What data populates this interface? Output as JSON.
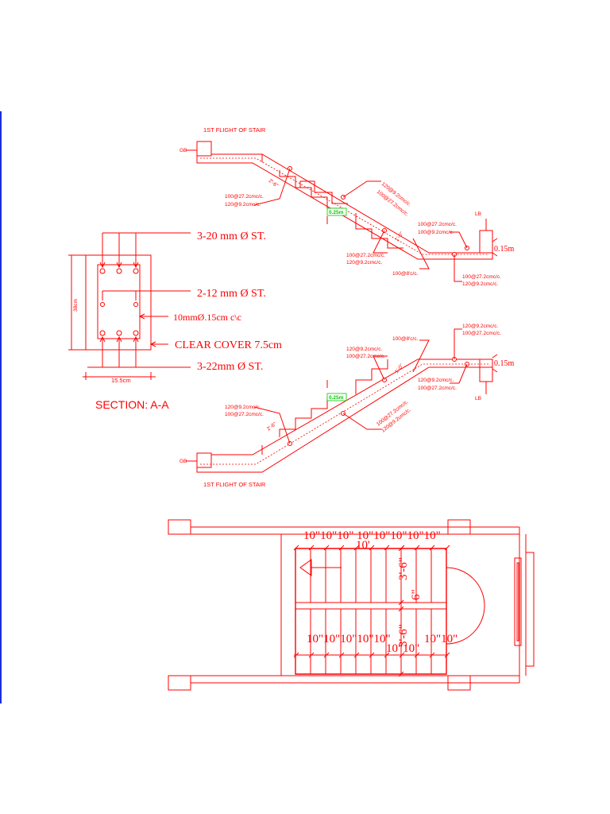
{
  "colors": {
    "ink": "#ff0000",
    "level_tag": "#00cc00",
    "page_edge": "#1a2fd8",
    "background": "#ffffff"
  },
  "section": {
    "top_bars": "3-20 mm Ø ST.",
    "side_bars": "2-12 mm Ø ST.",
    "stirrups": "10mmØ.15cm c\\c",
    "cover": "CLEAR COVER 7.5cm",
    "bottom_bars": "3-22mm Ø ST.",
    "depth": "38cm",
    "width": "15.5cm",
    "title": "SECTION: A-A"
  },
  "flight_upper": {
    "title": "1ST FLIGHT OF STAIR",
    "gb": "GB",
    "lb": "LB",
    "level": "0.25m",
    "thickness": "0.15m",
    "bar_a": "100@27.2cmc/c.",
    "bar_b": "120@9.2cmc/c.",
    "bar_c": "120@9.2cmc/c.",
    "bar_d": "100@27.2cmc/c.",
    "bar_e": "100@27.2cmc/c.",
    "bar_f": "100@9.2cmc/c.",
    "bar_g": "100@27.2cmc/c.",
    "bar_h": "120@9.2cmc/c.",
    "bar_i": "100@8'c/c.",
    "bar_j": "100@27.2cmc/c.",
    "bar_k": "120@9.2cmc/c.",
    "lap": "2'-6\"",
    "lap2": "1'-0\""
  },
  "flight_lower": {
    "title": "1ST FLIGHT OF STAIR",
    "gb": "GB",
    "lb": "LB",
    "level": "0.25m",
    "thickness": "0.15m",
    "bar_a": "120@9.2cmc/c.",
    "bar_b": "100@27.2cmc/c.",
    "bar_c": "100@27.2cmc/c.",
    "bar_d": "120@9.2cmc/c.",
    "bar_e": "120@9.2cmc/c.",
    "bar_f": "100@27.2cmc/c.",
    "bar_g": "100@8'c/c.",
    "bar_h": "120@9.2cmc/c.",
    "bar_i": "100@27.2cmc/c.",
    "bar_j": "120@9.2cmc/c.",
    "bar_k": "100@27.2cmc/c.",
    "lap": "2'-6\"",
    "lap2": "1'-0\""
  },
  "plan": {
    "top_treads": "10\"10\"10\"  10\"10\"10\"10\"10\"",
    "top_run": "10'",
    "bottom_treads_left": "10\"10\"10\"10\"10\"",
    "bottom_treads_right": "10\"10\"",
    "bottom_mid": "10\"10\"",
    "width_upper": "3'-6\"",
    "gap": "6\"",
    "width_lower": "3'-6\""
  }
}
